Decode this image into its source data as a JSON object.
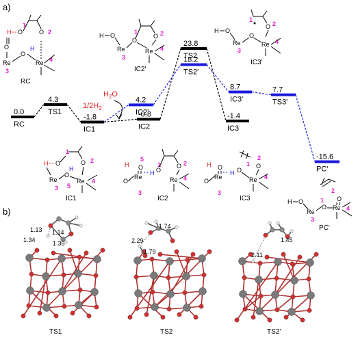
{
  "panel_labels": {
    "a": "a)",
    "b": "b)"
  },
  "profile": {
    "states": [
      {
        "id": "RC",
        "label": "RC",
        "energy": "0.0",
        "branch": "main"
      },
      {
        "id": "TS1",
        "label": "TS1",
        "energy": "4.3",
        "branch": "main"
      },
      {
        "id": "IC1",
        "label": "IC1",
        "energy": "-1.8",
        "branch": "main"
      },
      {
        "id": "IC2",
        "label": "IC2",
        "energy": "-0.8",
        "branch": "main"
      },
      {
        "id": "TS2",
        "label": "TS2",
        "energy": "23.8",
        "branch": "main"
      },
      {
        "id": "IC3",
        "label": "IC3",
        "energy": "-1.4",
        "branch": "main"
      },
      {
        "id": "IC2p",
        "label": "IC2'",
        "energy": "4.2",
        "branch": "prime"
      },
      {
        "id": "TS2p",
        "label": "TS2'",
        "energy": "18.2",
        "branch": "prime"
      },
      {
        "id": "IC3p",
        "label": "IC3'",
        "energy": "8.7",
        "branch": "prime"
      },
      {
        "id": "TS3p",
        "label": "TS3'",
        "energy": "7.7",
        "branch": "prime"
      },
      {
        "id": "PCp",
        "label": "PC'",
        "energy": "-15.6",
        "branch": "prime"
      }
    ],
    "annotations": {
      "hydrogen": "1/2H",
      "hydrogen_sub": "2",
      "water": "H",
      "water_sub": "2",
      "water_o": "O"
    },
    "colors": {
      "main": "#000000",
      "prime": "#1a1adb",
      "red": "#e02020",
      "magenta": "#e020c8",
      "blue": "#1a1adb"
    }
  },
  "structures": [
    {
      "id": "s-rc",
      "caption": "RC"
    },
    {
      "id": "s-ic2p",
      "caption": "IC2'"
    },
    {
      "id": "s-ic3p",
      "caption": "IC3'"
    },
    {
      "id": "s-ic1",
      "caption": "IC1"
    },
    {
      "id": "s-ic2",
      "caption": "IC2"
    },
    {
      "id": "s-ic3",
      "caption": "IC3"
    },
    {
      "id": "s-pcp",
      "caption": "PC'"
    }
  ],
  "atoms": {
    "re": "Re",
    "o": "O",
    "h": "H"
  },
  "numbers": {
    "n1": "1",
    "n2": "2",
    "n3": "3",
    "n4": "4",
    "n5": "5"
  },
  "models": [
    {
      "id": "m-ts1",
      "caption": "TS1",
      "distances": [
        "1.13",
        "1.14",
        "1.34",
        "1.36"
      ]
    },
    {
      "id": "m-ts2",
      "caption": "TS2",
      "distances": [
        "1.74",
        "2.29",
        "1.79"
      ]
    },
    {
      "id": "m-ts2p",
      "caption": "TS2'",
      "distances": [
        "1.45",
        "2.11"
      ]
    }
  ]
}
